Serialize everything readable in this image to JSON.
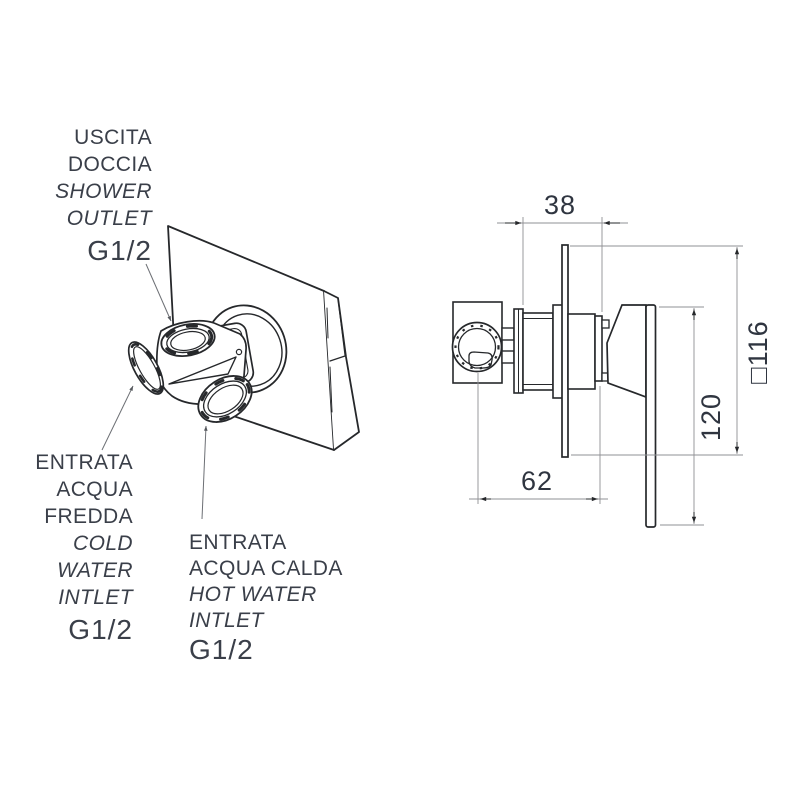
{
  "labels": {
    "shower_outlet": {
      "lines": [
        "USCITA",
        "DOCCIA",
        "SHOWER",
        "OUTLET"
      ],
      "thread": "G1/2"
    },
    "cold_water_inlet": {
      "lines": [
        "ENTRATA",
        "ACQUA",
        "FREDDA",
        "COLD",
        "WATER",
        "INTLET"
      ],
      "thread": "G1/2"
    },
    "hot_water_inlet": {
      "lines": [
        "ENTRATA",
        "ACQUA CALDA",
        "HOT WATER",
        "INTLET"
      ],
      "thread": "G1/2"
    }
  },
  "dimensions": {
    "top_width": "38",
    "bottom_width": "62",
    "handle_length": "120",
    "plate_square": "□116"
  },
  "colors": {
    "object_line": "#26282b",
    "dimension_line": "#8f9094",
    "leader_line": "#6d7075",
    "text": "#3a3f49"
  }
}
